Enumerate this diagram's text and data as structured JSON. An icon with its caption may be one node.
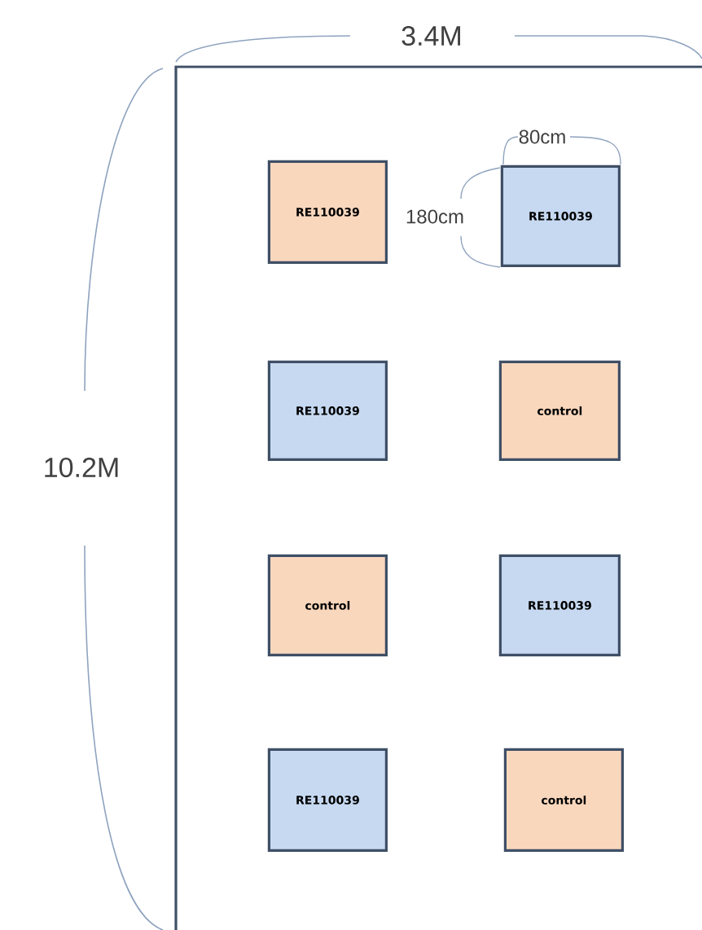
{
  "diagram": {
    "nodes": [
      {
        "text": [],
        "shape": "box"
      },
      {
        "text": [
          "RE110039"
        ],
        "in": 0
      },
      {
        "text": [
          "RE110039"
        ],
        "in": 0
      },
      {
        "text": [
          "RE110039"
        ],
        "in": 0
      },
      {
        "text": [
          "control"
        ],
        "in": 0
      },
      {
        "text": [
          "control"
        ],
        "in": 0
      },
      {
        "text": [
          "RE110039"
        ],
        "in": 0
      },
      {
        "text": [
          "RE110039"
        ],
        "in": 0
      },
      {
        "text": [
          "control"
        ],
        "in": 0
      }
    ],
    "labels": [
      "3.4M",
      "80cm",
      "180cm",
      "10.2M"
    ]
  }
}
